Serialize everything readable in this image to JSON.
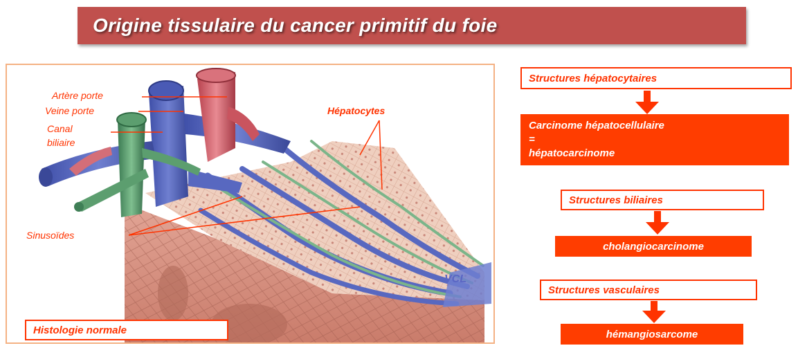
{
  "title": "Origine tissulaire du cancer primitif du foie",
  "diagram": {
    "labels": {
      "artere_porte": "Artère porte",
      "veine_porte": "Veine porte",
      "canal_biliaire_1": "Canal",
      "canal_biliaire_2": "biliaire",
      "hepatocytes": "Hépatocytes",
      "sinusoides": "Sinusoïdes",
      "vcl": "VCL"
    },
    "caption": "Histologie normale"
  },
  "flow": {
    "hepatocytaires": {
      "source": "Structures hépatocytaires",
      "result_line1": "Carcinome hépatocellulaire",
      "result_line2": "=",
      "result_line3": "hépatocarcinome"
    },
    "biliaires": {
      "source": "Structures biliaires",
      "result": "cholangiocarcinome"
    },
    "vasculaires": {
      "source": "Structures vasculaires",
      "result": "hémangiosarcome"
    }
  },
  "colors": {
    "banner": "#c0504d",
    "accent": "#ff3300",
    "filled_box": "#ff3d00"
  }
}
